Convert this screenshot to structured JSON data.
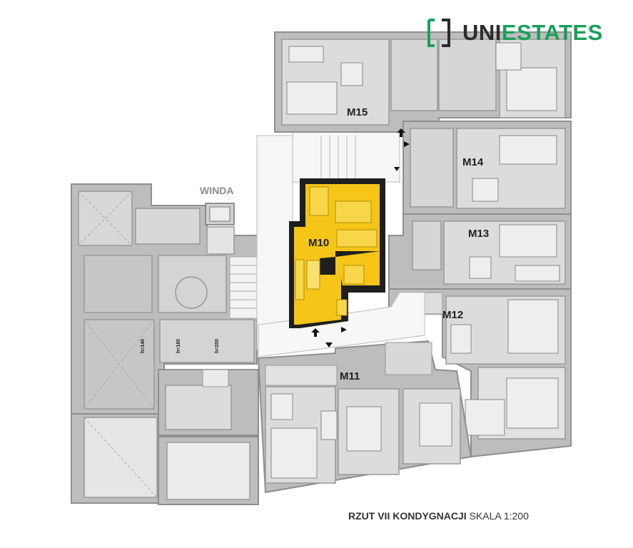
{
  "logo": {
    "part1": "UNI",
    "part2": "ESTATES",
    "mark_icon": "bracket-logo-icon",
    "color_dark": "#2b2b2b",
    "color_green": "#18a05a"
  },
  "labels": {
    "winda": "WINDA",
    "m10": "M10",
    "m11": "M11",
    "m12": "M12",
    "m13": "M13",
    "m14": "M14",
    "m15": "M15",
    "stair_h1": "h=140",
    "stair_h2": "h=180",
    "stair_h3": "h=200"
  },
  "caption": {
    "title": "RZUT VII KONDYGNACJI",
    "scale": "SKALA 1:200"
  },
  "colors": {
    "highlight": "#f5c518",
    "wall": "#9a9a9a",
    "room": "#dcdcdc",
    "void": "#c4c4c4",
    "dark": "#1e1e1e"
  }
}
